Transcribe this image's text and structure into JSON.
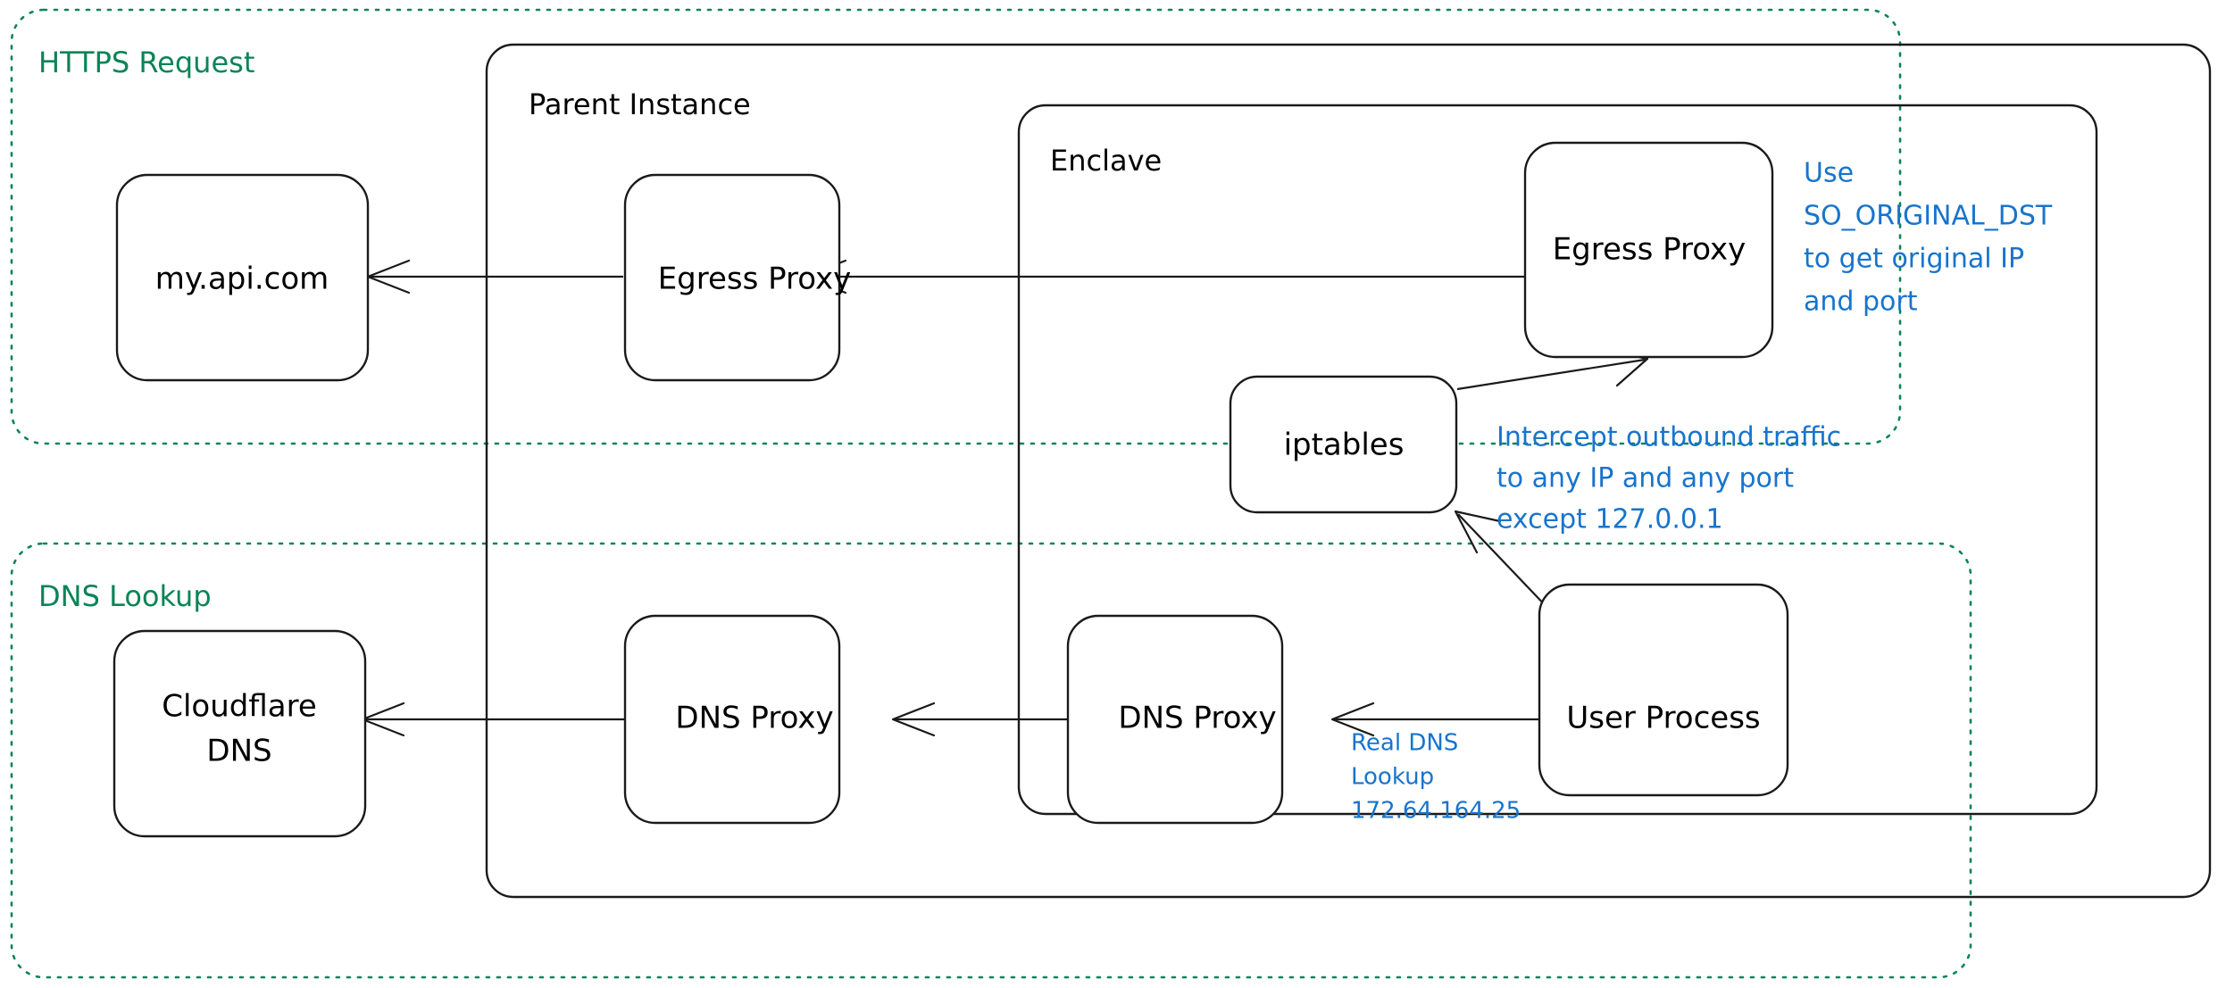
{
  "diagram": {
    "title": "Nitro Enclave network interception architecture",
    "colors": {
      "zone_green": "#0b8457",
      "note_blue": "#1874cd",
      "stroke_black": "#1a1a1a",
      "background": "#ffffff"
    },
    "zones": [
      {
        "id": "https-request",
        "label": "HTTPS Request"
      },
      {
        "id": "dns-lookup",
        "label": "DNS Lookup"
      }
    ],
    "groups": [
      {
        "id": "parent-instance",
        "label": "Parent Instance"
      },
      {
        "id": "enclave",
        "label": "Enclave"
      }
    ],
    "nodes": [
      {
        "id": "my-api-com",
        "label": "my.api.com"
      },
      {
        "id": "parent-egress-proxy",
        "label": "Egress Proxy"
      },
      {
        "id": "enclave-egress-proxy",
        "label": "Egress Proxy"
      },
      {
        "id": "iptables",
        "label": "iptables"
      },
      {
        "id": "cloudflare-dns",
        "label": "Cloudflare\nDNS",
        "line1": "Cloudflare",
        "line2": "DNS"
      },
      {
        "id": "parent-dns-proxy",
        "label": "DNS Proxy"
      },
      {
        "id": "enclave-dns-proxy",
        "label": "DNS Proxy"
      },
      {
        "id": "user-process",
        "label": "User Process"
      }
    ],
    "notes": [
      {
        "id": "so-original-dst",
        "lines": [
          "Use",
          "SO_ORIGINAL_DST",
          "to get original IP",
          "and port"
        ]
      },
      {
        "id": "intercept-outbound",
        "lines": [
          "Intercept outbound traffic",
          "to any IP and any port",
          "except 127.0.0.1"
        ]
      },
      {
        "id": "real-dns-lookup",
        "lines": [
          "Real DNS",
          "Lookup",
          "172.64.164.25"
        ]
      }
    ],
    "edges": [
      {
        "id": "enclave-egress-to-parent-egress",
        "from": "enclave-egress-proxy",
        "to": "parent-egress-proxy"
      },
      {
        "id": "parent-egress-to-my-api",
        "from": "parent-egress-proxy",
        "to": "my-api-com"
      },
      {
        "id": "iptables-to-enclave-egress",
        "from": "iptables",
        "to": "enclave-egress-proxy"
      },
      {
        "id": "user-process-to-iptables",
        "from": "user-process",
        "to": "iptables"
      },
      {
        "id": "user-process-to-enclave-dns-proxy",
        "from": "user-process",
        "to": "enclave-dns-proxy"
      },
      {
        "id": "enclave-dns-proxy-to-parent-dns-proxy",
        "from": "enclave-dns-proxy",
        "to": "parent-dns-proxy"
      },
      {
        "id": "parent-dns-proxy-to-cloudflare-dns",
        "from": "parent-dns-proxy",
        "to": "cloudflare-dns"
      }
    ]
  }
}
